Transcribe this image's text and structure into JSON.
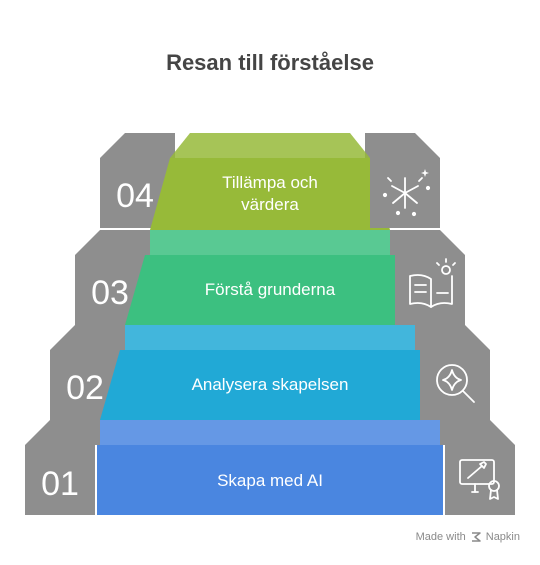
{
  "title": "Resan till förståelse",
  "steps": [
    {
      "number": "01",
      "label": "Skapa med AI",
      "icon": "computer-certificate-icon",
      "color": "#4a86e0"
    },
    {
      "number": "02",
      "label": "Analysera skapelsen",
      "icon": "magnifier-sparkle-icon",
      "color": "#21a9d6"
    },
    {
      "number": "03",
      "label": "Förstå grunderna",
      "icon": "book-lightbulb-icon",
      "color": "#3cc080"
    },
    {
      "number": "04",
      "label_lines": [
        "Tillämpa och",
        "värdera"
      ],
      "icon": "fireworks-icon",
      "color": "#97ba39"
    }
  ],
  "colors": {
    "block": "#8e8e8e",
    "block_light": "#a8a8a8",
    "block_dark": "#7d7d7d"
  },
  "footer": {
    "made_with": "Made with",
    "brand": "Napkin"
  }
}
